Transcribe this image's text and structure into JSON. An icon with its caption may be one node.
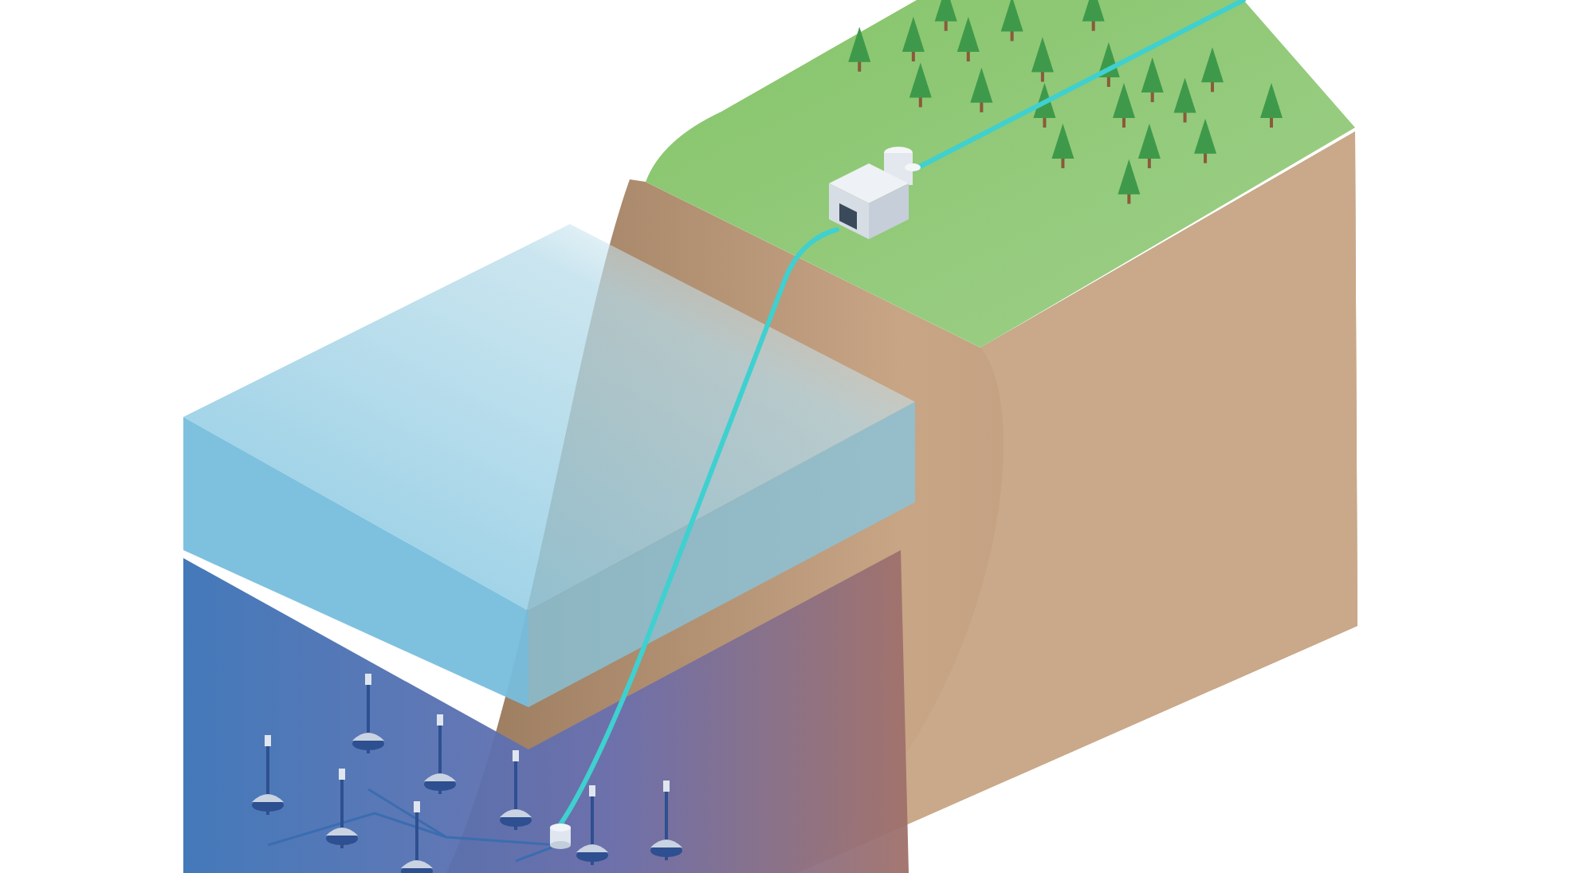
{
  "diagram": {
    "nodes": [
      {
        "text": [],
        "shape": "picture"
      },
      {
        "text": [],
        "shape": "cylinder"
      }
    ],
    "edges": [
      {
        "from": 1,
        "to": 0,
        "arrow": "none"
      },
      {
        "from": 0,
        "to": null,
        "arrow": "none"
      }
    ]
  }
}
